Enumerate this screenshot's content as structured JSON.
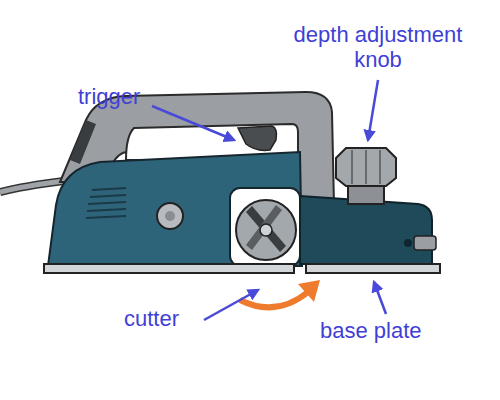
{
  "diagram": {
    "labels": [
      "trigger",
      "depth adjustment knob",
      "cutter",
      "base plate"
    ]
  }
}
